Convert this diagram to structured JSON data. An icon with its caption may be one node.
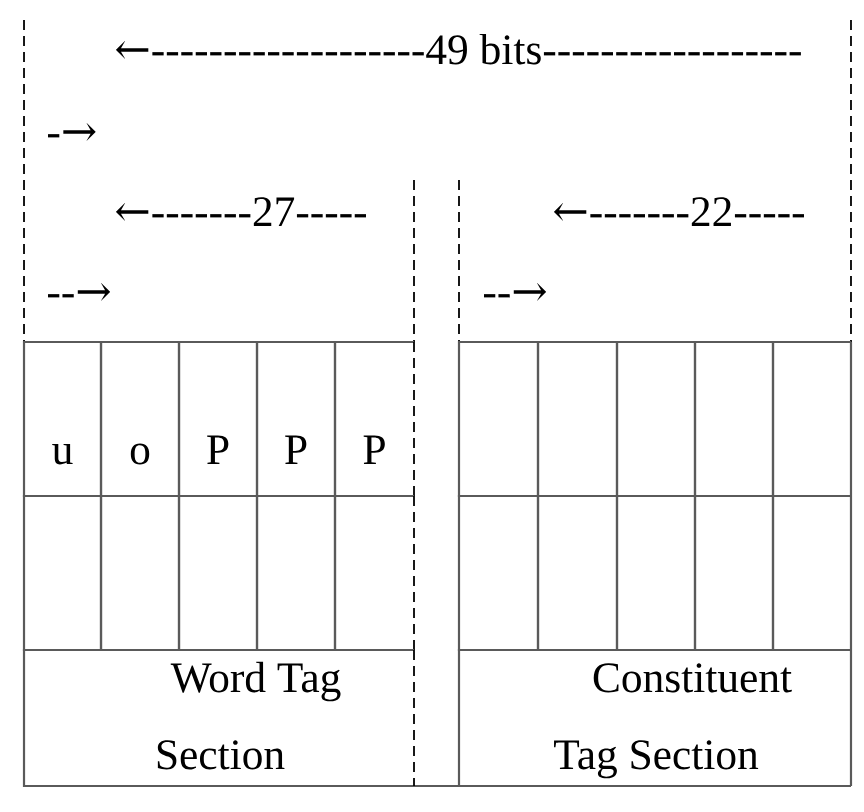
{
  "diagram": {
    "nodes": [
      {
        "text": [
          "u"
        ]
      },
      {
        "text": [
          "o"
        ]
      },
      {
        "text": [
          "P"
        ]
      },
      {
        "text": [
          "P"
        ]
      },
      {
        "text": [
          "P"
        ]
      },
      {
        "text": [],
        "shape": "box"
      },
      {
        "text": [],
        "shape": "box"
      },
      {
        "text": [],
        "shape": "box"
      },
      {
        "text": [],
        "shape": "box"
      },
      {
        "text": [],
        "shape": "box"
      },
      {
        "text": [
          "Word Tag Section"
        ]
      },
      {
        "text": [],
        "shape": "box"
      },
      {
        "text": [],
        "shape": "box"
      },
      {
        "text": [],
        "shape": "box"
      },
      {
        "text": [],
        "shape": "box"
      },
      {
        "text": [],
        "shape": "box"
      },
      {
        "text": [],
        "shape": "box"
      },
      {
        "text": [],
        "shape": "box"
      },
      {
        "text": [],
        "shape": "box"
      },
      {
        "text": [],
        "shape": "box"
      },
      {
        "text": [],
        "shape": "box"
      },
      {
        "text": [
          "Constituent Tag Section"
        ]
      }
    ],
    "labels": [
      "←-------------------49 bits------------------ -→",
      "←-------27----- --→",
      "←-------22----- --→"
    ]
  }
}
